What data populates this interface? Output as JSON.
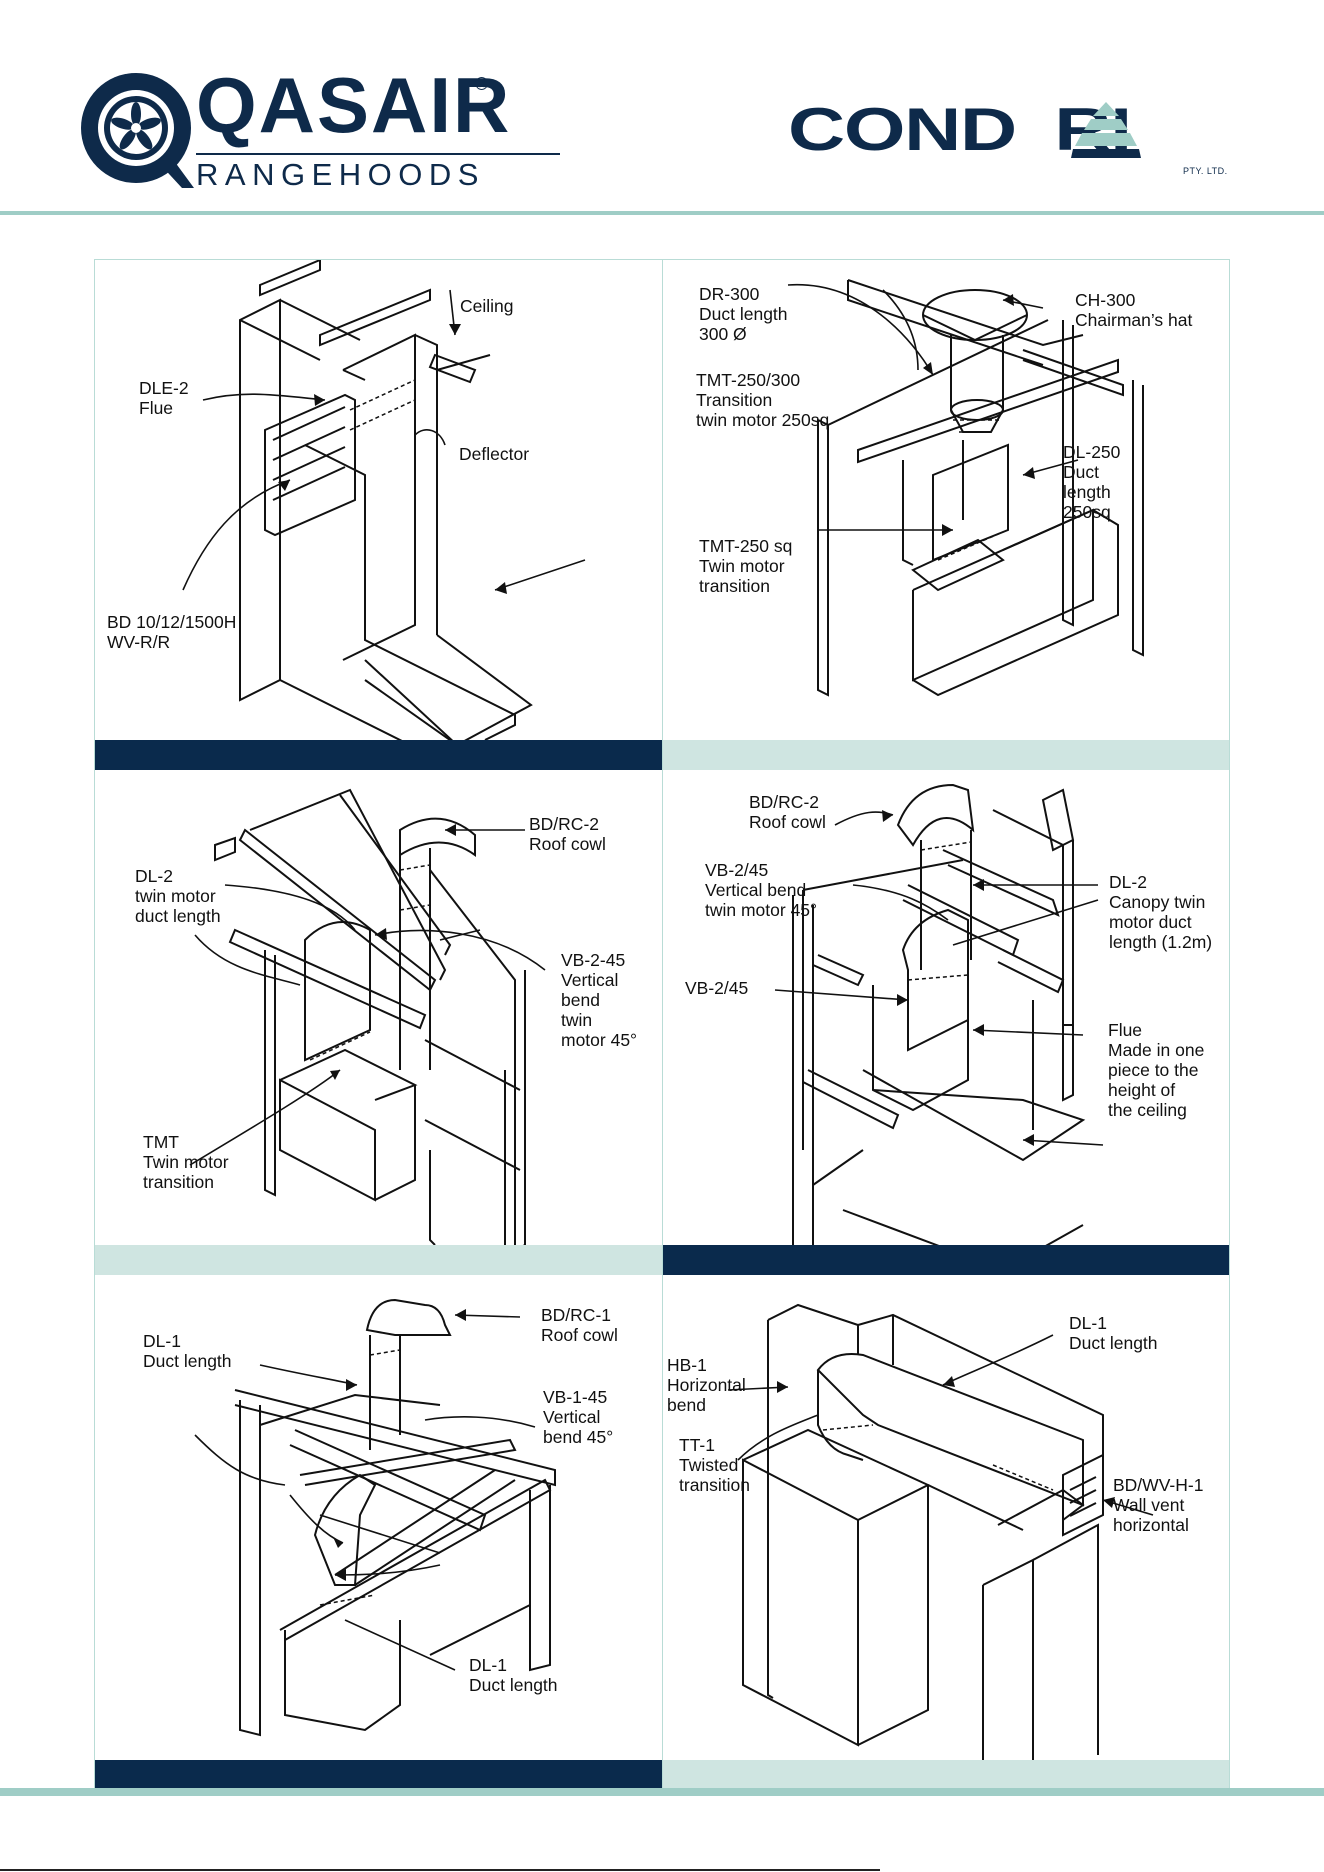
{
  "header": {
    "qasair": {
      "word": "QASAIR",
      "reg": "®",
      "sub": "RANGEHOODS"
    },
    "condari": {
      "word": "COND RI",
      "pty": "PTY. LTD."
    },
    "colors": {
      "navy": "#0e2a4a",
      "teal": "#9fcdc6",
      "bar_dark": "#0a2a4c",
      "bar_light": "#cfe5e1"
    }
  },
  "panels": {
    "p1": {
      "ceiling": "Ceiling",
      "dle2": "DLE-2\nFlue",
      "deflector": "Deflector",
      "bd": "BD 10/12/1500H\nWV-R/R"
    },
    "p2": {
      "dr300": "DR-300\nDuct length\n300 Ø",
      "ch300": "CH-300\nChairman’s hat",
      "tmt250300": "TMT-250/300\nTransition\ntwin motor 250sq",
      "dl250": "DL-250\nDuct\nlength\n250sq",
      "tmt250sq": "TMT-250 sq\nTwin motor\ntransition"
    },
    "p3": {
      "bdrc2": "BD/RC-2\nRoof cowl",
      "dl2": "DL-2\ntwin motor\nduct length",
      "vb245": "VB-2-45\nVertical\nbend\ntwin\nmotor 45°",
      "tmt": "TMT\nTwin motor\ntransition"
    },
    "p4": {
      "bdrc2": "BD/RC-2\nRoof cowl",
      "vb245": "VB-2/45\nVertical bend\ntwin motor 45°",
      "dl2": "DL-2\nCanopy twin\nmotor duct\nlength (1.2m)",
      "vb245b": "VB-2/45",
      "flue": "Flue\nMade in one\npiece to the\nheight of\nthe ceiling"
    },
    "p5": {
      "bdrc1": "BD/RC-1\nRoof cowl",
      "dl1a": "DL-1\nDuct length",
      "vb145": "VB-1-45\nVertical\nbend 45°",
      "dl1b": "DL-1\nDuct length"
    },
    "p6": {
      "dl1": "DL-1\nDuct length",
      "hb1": "HB-1\nHorizontal\nbend",
      "tt1": "TT-1\nTwisted\ntransition",
      "bdwv": "BD/WV-H-1\nWall vent\nhorizontal"
    }
  }
}
